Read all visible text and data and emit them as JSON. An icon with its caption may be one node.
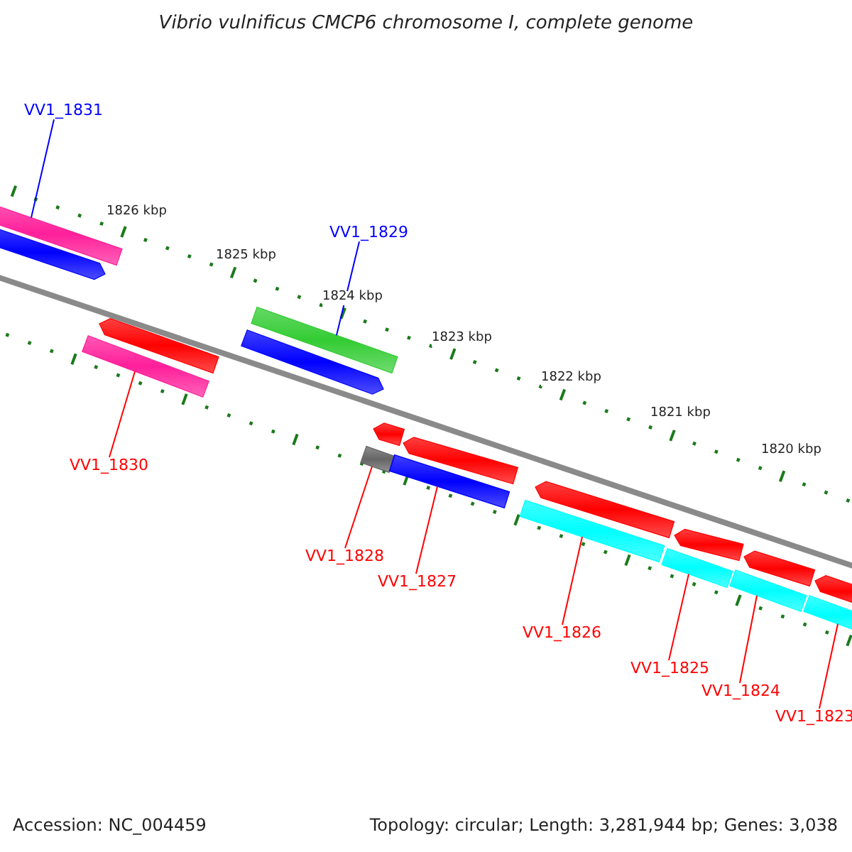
{
  "diagram": {
    "title": "Vibrio vulnificus CMCP6 chromosome I, complete genome",
    "nodes": [
      {
        "text": [
          "VV1_1831"
        ]
      },
      {
        "text": [
          "VV1_1829"
        ]
      },
      {
        "text": [
          "VV1_1830"
        ]
      },
      {
        "text": [
          "VV1_1828"
        ]
      },
      {
        "text": [
          "VV1_1827"
        ]
      },
      {
        "text": [
          "VV1_1826"
        ]
      },
      {
        "text": [
          "VV1_1825"
        ]
      },
      {
        "text": [
          "VV1_1824"
        ]
      },
      {
        "text": [
          "VV1_1823"
        ]
      },
      {
        "text": [],
        "shape": "bar"
      },
      {
        "text": [],
        "shape": "bar"
      },
      {
        "text": [],
        "shape": "bar"
      },
      {
        "text": [],
        "shape": "bar"
      },
      {
        "text": [],
        "shape": "bar"
      },
      {
        "text": [],
        "shape": "bar"
      },
      {
        "text": [],
        "shape": "bar"
      },
      {
        "text": [],
        "shape": "bar"
      },
      {
        "text": [],
        "shape": "bar"
      },
      {
        "text": [],
        "shape": "bar"
      },
      {
        "text": [],
        "shape": "bar"
      },
      {
        "text": [],
        "shape": "bar"
      },
      {
        "text": [],
        "shape": "bar"
      },
      {
        "text": [],
        "shape": "bar"
      },
      {
        "text": [],
        "shape": "bar"
      },
      {
        "text": [],
        "shape": "bar"
      },
      {
        "text": [],
        "shape": "bar"
      },
      {
        "text": [],
        "shape": "bar"
      }
    ],
    "edges": [
      {
        "from": 0,
        "to": 9,
        "arrow": "none",
        "color": "#0000ff"
      },
      {
        "from": 1,
        "to": 14,
        "arrow": "none",
        "color": "#0000ff"
      },
      {
        "from": 2,
        "to": 11,
        "arrow": "none"
      },
      {
        "from": 3,
        "to": 15,
        "arrow": "none"
      },
      {
        "from": 4,
        "to": 17,
        "arrow": "none"
      },
      {
        "from": 5,
        "to": 19,
        "arrow": "none"
      },
      {
        "from": 6,
        "to": 21,
        "arrow": "none"
      },
      {
        "from": 7,
        "to": 23,
        "arrow": "none"
      },
      {
        "from": 8,
        "to": 25,
        "arrow": "none"
      }
    ],
    "labels": [
      "1826 kbp",
      "1825 kbp",
      "1824 kbp",
      "1823 kbp",
      "1822 kbp",
      "1821 kbp",
      "1820 kbp",
      "Accession: NC_004459",
      "Topology: circular; Length: 3,281,944 bp; Genes: 3,038"
    ]
  }
}
